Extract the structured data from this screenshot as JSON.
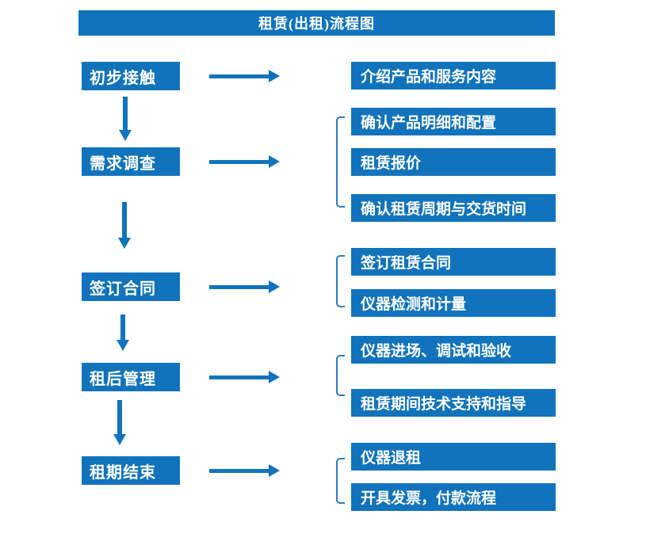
{
  "title": "租赁(出租)流程图",
  "colors": {
    "box_blue": "#1173BB",
    "bracket_blue": "#2E7BBE",
    "text_white": "#FFFFFF",
    "background": "#FFFFFF"
  },
  "flow": {
    "type": "flowchart",
    "direction": "top-to-bottom",
    "steps": [
      {
        "label": "初步接触",
        "outputs": [
          "介绍产品和服务内容"
        ]
      },
      {
        "label": "需求调查",
        "outputs": [
          "确认产品明细和配置",
          "租赁报价",
          "确认租赁周期与交货时间"
        ]
      },
      {
        "label": "签订合同",
        "outputs": [
          "签订租赁合同",
          "仪器检测和计量"
        ]
      },
      {
        "label": "租后管理",
        "outputs": [
          "仪器进场、调试和验收",
          "租赁期间技术支持和指导"
        ]
      },
      {
        "label": "租期结束",
        "outputs": [
          "仪器退租",
          "开具发票，付款流程"
        ]
      }
    ]
  }
}
